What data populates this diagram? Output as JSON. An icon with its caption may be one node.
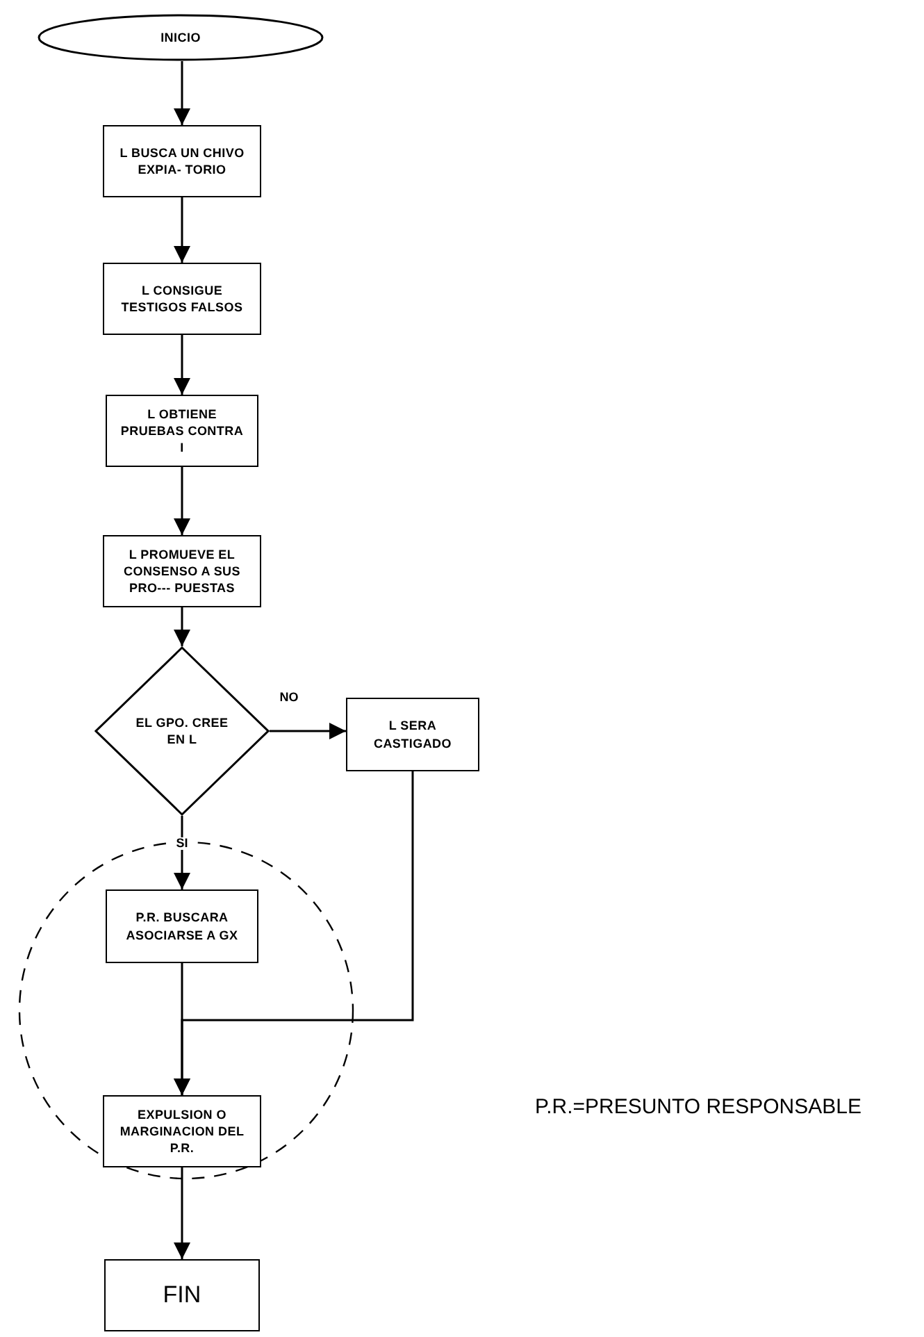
{
  "diagram": {
    "nodes": [
      {
        "text": [
          "INICIO"
        ]
      },
      {
        "text": [
          "L BUSCA UN CHIVO EXPIA- TORIO"
        ]
      },
      {
        "text": [
          "L CONSIGUE TESTIGOS FALSOS"
        ]
      },
      {
        "text": [
          "L OBTIENE PRUEBAS CONTRA I"
        ]
      },
      {
        "text": [
          "L PROMUEVE EL CONSENSO A SUS PRO--- PUESTAS"
        ]
      },
      {
        "text": [
          "EL GPO. CREE EN L"
        ]
      },
      {
        "text": [
          "L SERA CASTIGADO"
        ]
      },
      {
        "text": [],
        "shape": "circle"
      },
      {
        "text": [
          "P.R. BUSCARA ASOCIARSE A GX"
        ],
        "in": 7
      },
      {
        "text": [
          "EXPULSION O MARGINACION DEL P.R."
        ],
        "in": 7
      },
      {
        "text": [
          "FIN"
        ]
      }
    ],
    "edges": [
      {
        "from": 0,
        "to": 1,
        "arrow": "to"
      },
      {
        "from": 1,
        "to": 2,
        "arrow": "to"
      },
      {
        "from": 2,
        "to": 3,
        "arrow": "to"
      },
      {
        "from": 3,
        "to": 4,
        "arrow": "to"
      },
      {
        "from": 4,
        "to": 5,
        "arrow": "to"
      },
      {
        "from": 5,
        "to": 6,
        "label": "NO",
        "arrow": "to"
      },
      {
        "from": 5,
        "to": 8,
        "label": "SI",
        "arrow": "to"
      },
      {
        "from": 8,
        "to": 9,
        "arrow": "to"
      },
      {
        "from": 6,
        "to": 9,
        "arrow": "to"
      },
      {
        "from": 9,
        "to": 10,
        "arrow": "to"
      }
    ],
    "labels": [
      "P.R.=PRESUNTO RESPONSABLE"
    ]
  }
}
